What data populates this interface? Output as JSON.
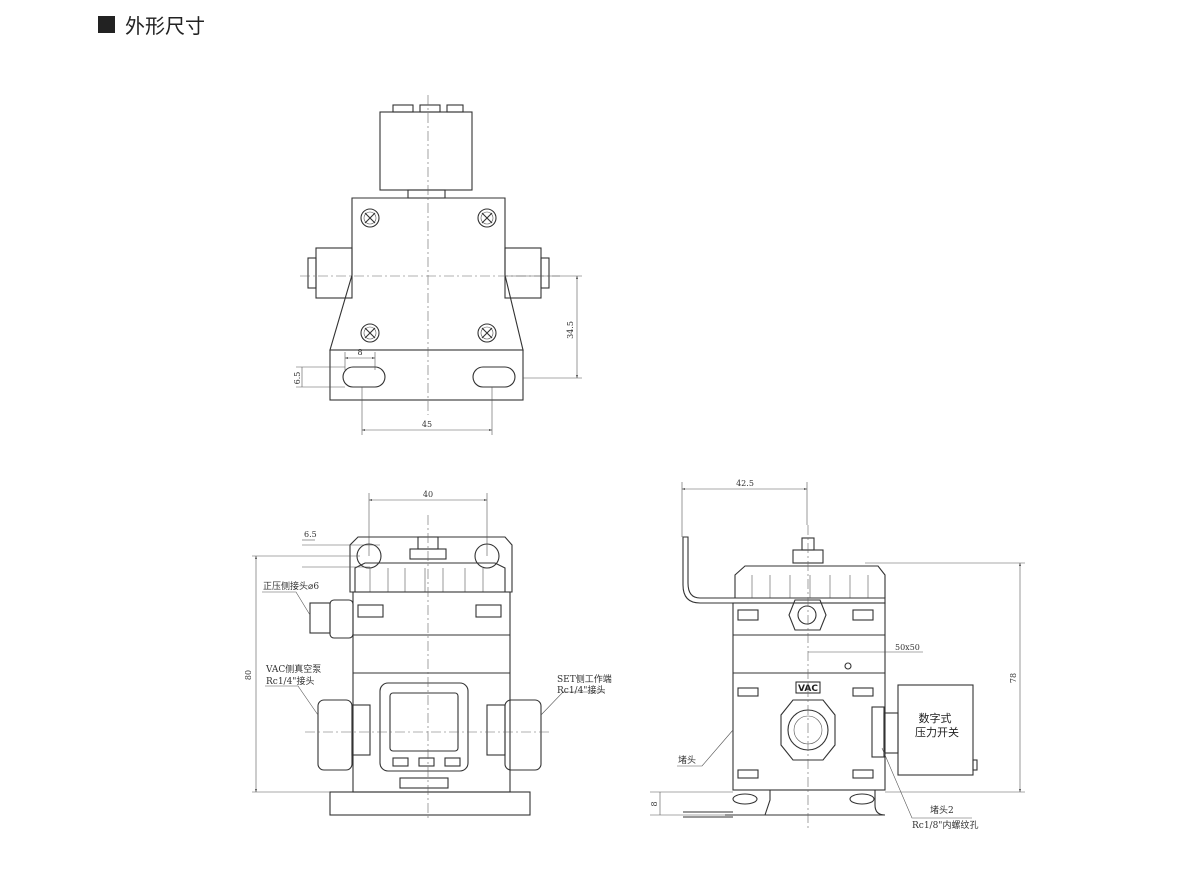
{
  "heading": "外形尺寸",
  "top_view": {
    "dims": {
      "slot_width": "8",
      "slot_height": "6.5",
      "height": "34.5",
      "hole_pitch": "45"
    }
  },
  "front_view": {
    "dims": {
      "hole_pitch": "40",
      "slot": "6.5",
      "height": "80"
    },
    "labels": {
      "positive_fitting": "正压侧接头⌀6",
      "vac_line1": "VAC侧真空泵",
      "vac_line2": "Rc1/4\"接头",
      "set_line1": "SET侧工作端",
      "set_line2": "Rc1/4\"接头"
    }
  },
  "side_view": {
    "dims": {
      "offset": "42.5",
      "height": "78",
      "base": "8",
      "body": "50x50"
    },
    "vac_badge": "VAC",
    "switch_line1": "数字式",
    "switch_line2": "压力开关",
    "labels": {
      "plug": "堵头",
      "plug2": "堵头2",
      "thread": "Rc1/8\"内螺纹孔"
    }
  }
}
